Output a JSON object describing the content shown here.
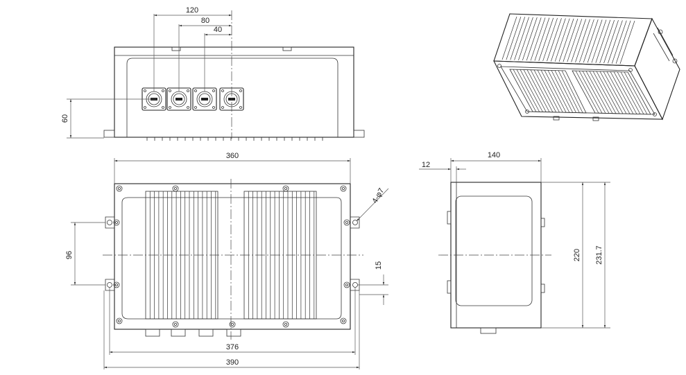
{
  "dimensions": {
    "top_120": "120",
    "top_80": "80",
    "top_40": "40",
    "left_60": "60",
    "width_360": "360",
    "hole_label": "4-φ7",
    "left_96": "96",
    "right_15": "15",
    "bottom_376": "376",
    "bottom_390": "390",
    "side_140": "140",
    "side_12": "12",
    "side_220": "220",
    "side_2317": "231.7"
  },
  "colors": {
    "line": "#222222",
    "background": "#ffffff"
  }
}
